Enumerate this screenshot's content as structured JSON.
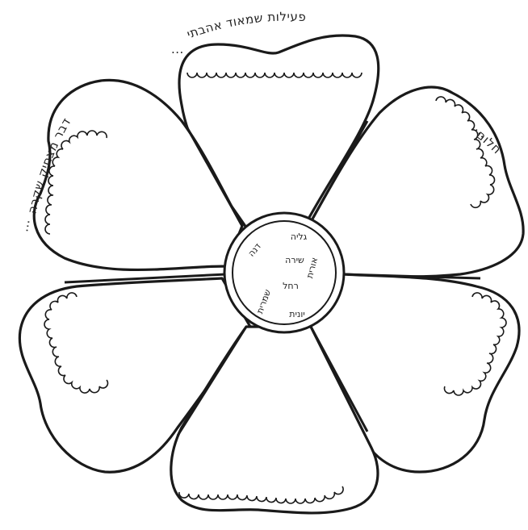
{
  "worksheet": {
    "petal_captions": {
      "top": "פעילות שמאוד אהבתי",
      "upper_left": "דבר מצחיק שקרה",
      "upper_right": "חלום",
      "lower_left": "",
      "lower_right": "",
      "bottom": ""
    },
    "caption_trailing_dots": "...",
    "center_names": [
      "גליה",
      "דנה",
      "אורית",
      "שירה",
      "רחל",
      "שמרית",
      "יונית"
    ]
  },
  "colors": {
    "line": "#1a1a1a",
    "paper": "#ffffff"
  }
}
